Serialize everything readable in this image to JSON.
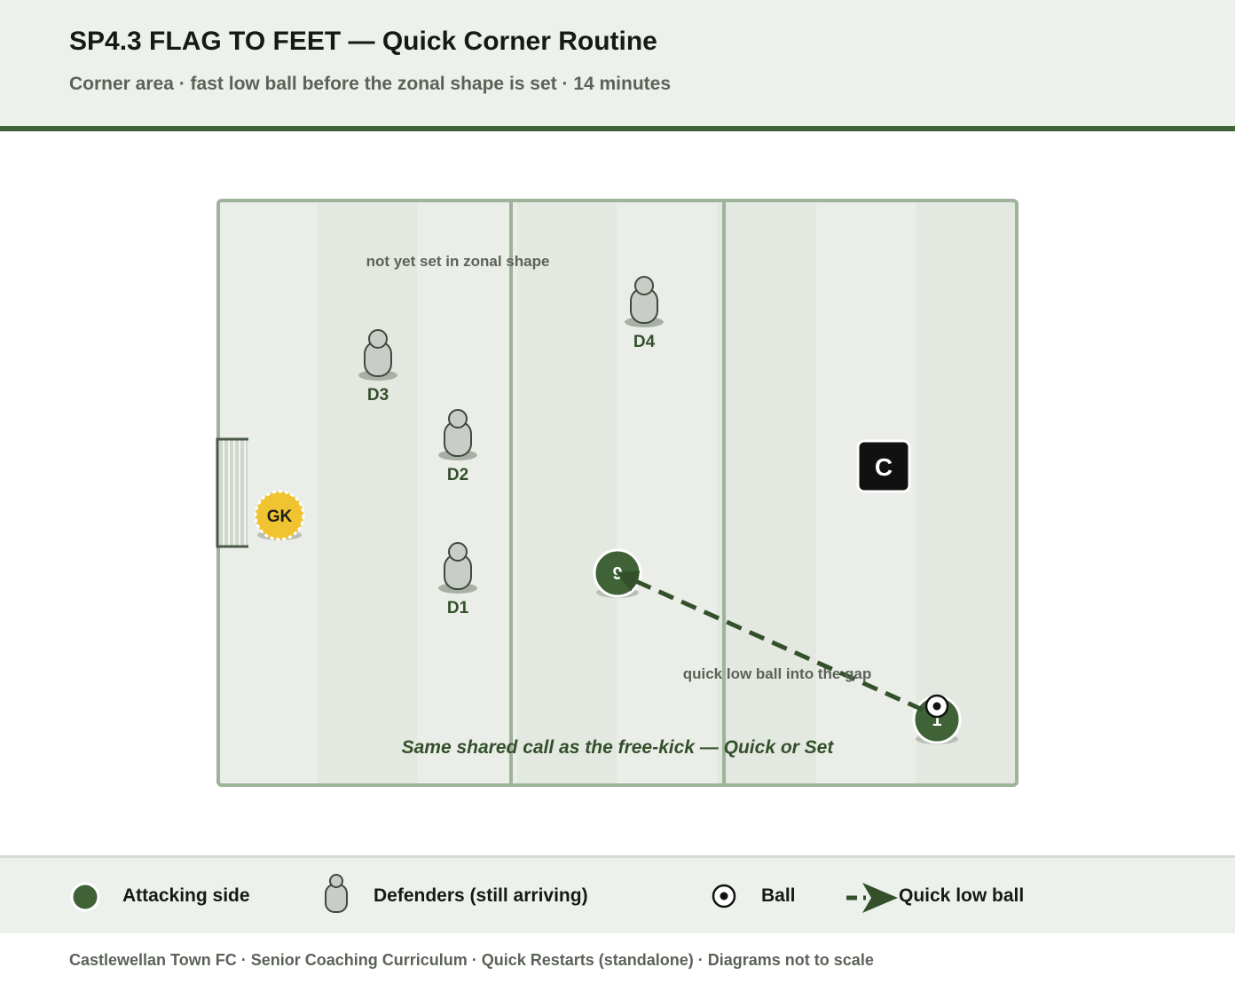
{
  "header": {
    "title": "SP4.3 FLAG TO FEET — Quick Corner Routine",
    "subtitle": "Corner area · fast low ball before the zonal shape is set · 14 minutes"
  },
  "colors": {
    "attack": "#3f6236",
    "defender": "#c8cdc7",
    "goalkeeper": "#f0c330",
    "pitch_light": "#ebeee8",
    "pitch_dark": "#e3e8e0",
    "line": "#9fb39a",
    "coach": "#111111",
    "arrow": "#33502b"
  },
  "diagram": {
    "goalkeeper_label": "GK",
    "defenders": [
      {
        "label": "D1"
      },
      {
        "label": "D2"
      },
      {
        "label": "D3"
      },
      {
        "label": "D4"
      }
    ],
    "coach_label": "C",
    "attacker_labels": [
      "1",
      "9"
    ],
    "annotations": {
      "zonal_note": "not yet set in zonal shape",
      "pass_note": "quick low ball into the gap",
      "shared_call": "Same shared call as the free-kick — Quick or Set"
    }
  },
  "legend": {
    "attacking_side": "Attacking side",
    "defenders": "Defenders (still arriving)",
    "ball": "Ball",
    "quick_low_ball": "Quick low ball"
  },
  "footer": {
    "text": "Castlewellan Town FC · Senior Coaching Curriculum · Quick Restarts (standalone) · Diagrams not to scale"
  }
}
